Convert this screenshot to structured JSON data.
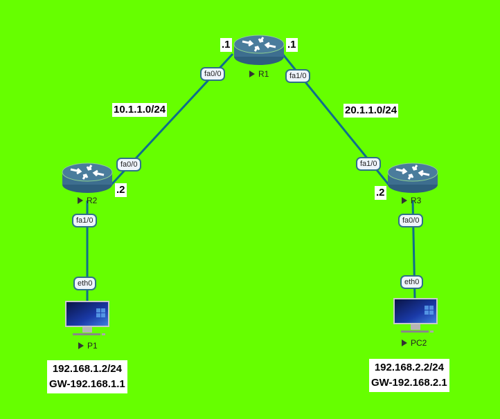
{
  "colors": {
    "background": "#66ff00",
    "link": "#0f6e8c",
    "router_body": "#3d6e8f",
    "label_bg": "#ffffff"
  },
  "nodes": {
    "r1": {
      "label": "R1",
      "icon": "router-icon"
    },
    "r2": {
      "label": "R2",
      "icon": "router-icon"
    },
    "r3": {
      "label": "R3",
      "icon": "router-icon"
    },
    "p1": {
      "label": "P1",
      "icon": "pc-icon"
    },
    "pc2": {
      "label": "PC2",
      "icon": "pc-icon"
    }
  },
  "interfaces": {
    "r1_left": "fa0/0",
    "r1_right": "fa1/0",
    "r2_up": "fa0/0",
    "r2_down": "fa1/0",
    "r3_up": "fa1/0",
    "r3_down": "fa0/0",
    "p1_eth": "eth0",
    "pc2_eth": "eth0"
  },
  "annotations": {
    "r1_left_host": ".1",
    "r1_right_host": ".1",
    "r2_host": ".2",
    "r3_host": ".2",
    "net_left": "10.1.1.0/24",
    "net_right": "20.1.1.0/24"
  },
  "hosts": {
    "p1": {
      "ip": "192.168.1.2/24",
      "gateway": "GW-192.168.1.1"
    },
    "pc2": {
      "ip": "192.168.2.2/24",
      "gateway": "GW-192.168.2.1"
    }
  }
}
